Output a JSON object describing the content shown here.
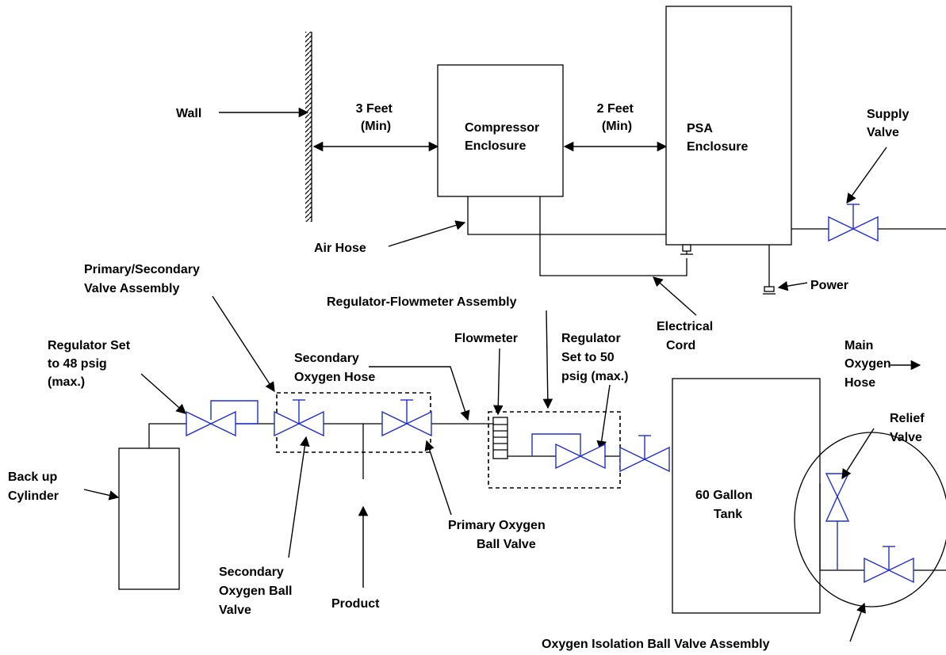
{
  "colors": {
    "line": "#000000",
    "valve": "#1f2fd0",
    "background": "#ffffff"
  },
  "labels": {
    "wall": "Wall",
    "three_feet": [
      "3 Feet",
      "(Min)"
    ],
    "two_feet": [
      "2 Feet",
      "(Min)"
    ],
    "compressor_enclosure": [
      "Compressor",
      "Enclosure"
    ],
    "psa_enclosure": [
      "PSA",
      "Enclosure"
    ],
    "supply_valve": [
      "Supply",
      "Valve"
    ],
    "air_hose": "Air Hose",
    "power": "Power",
    "electrical_cord": [
      "Electrical",
      "Cord"
    ],
    "primary_secondary_valve_assembly": [
      "Primary/Secondary",
      "Valve Assembly"
    ],
    "regulator_flowmeter_assembly": "Regulator-Flowmeter Assembly",
    "regulator_48": [
      "Regulator Set",
      "to 48 psig",
      "(max.)"
    ],
    "secondary_oxygen_hose": [
      "Secondary",
      "Oxygen Hose"
    ],
    "flowmeter": "Flowmeter",
    "regulator_50": [
      "Regulator",
      "Set to 50",
      "psig (max.)"
    ],
    "main_oxygen_hose": [
      "Main",
      "Oxygen",
      "Hose"
    ],
    "relief_valve": [
      "Relief",
      "Valve"
    ],
    "backup_cylinder": [
      "Back up",
      "Cylinder"
    ],
    "tank": [
      "60 Gallon",
      "Tank"
    ],
    "primary_oxygen_ball_valve": [
      "Primary Oxygen",
      "Ball Valve"
    ],
    "secondary_oxygen_ball_valve": [
      "Secondary",
      "Oxygen Ball",
      "Valve"
    ],
    "product": "Product",
    "oxygen_isolation_ball_valve_assembly": "Oxygen Isolation Ball Valve Assembly"
  }
}
